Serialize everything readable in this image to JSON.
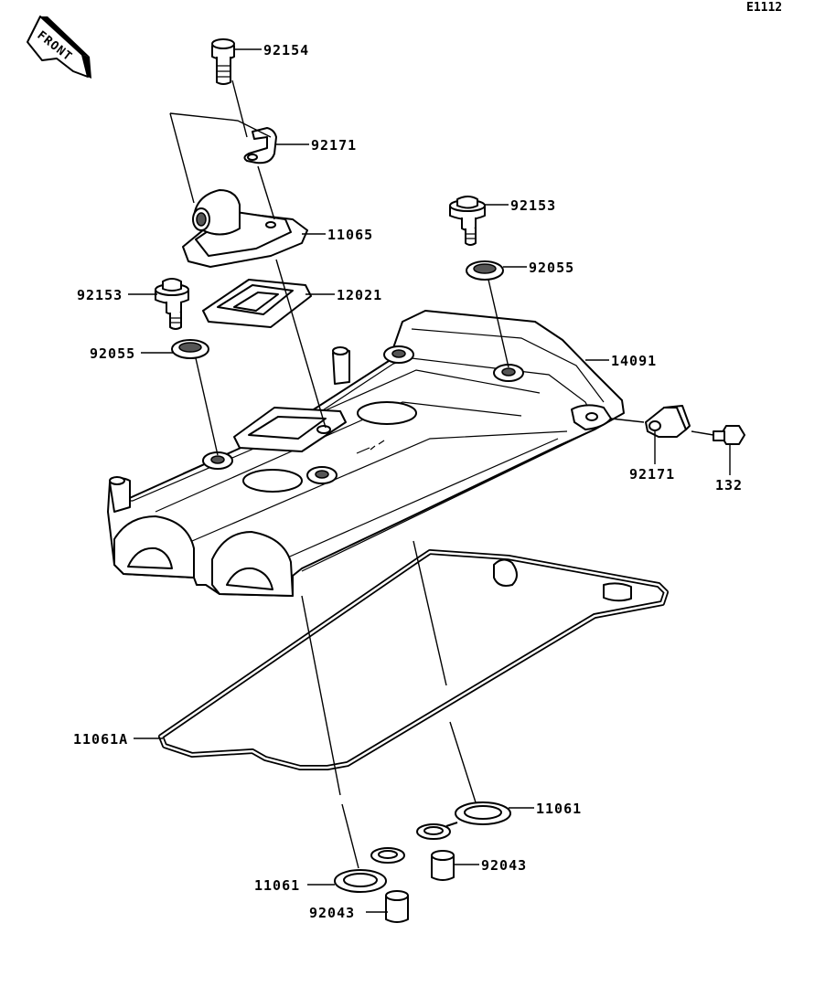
{
  "diagram_code": "E1112",
  "front_arrow_label": "FRONT",
  "callouts": {
    "bolt_top": "92154",
    "bracket_top": "92171",
    "breather_cover": "11065",
    "bolt_right": "92153",
    "washer_right": "92055",
    "bolt_left": "92153",
    "breather_plate": "12021",
    "washer_left": "92055",
    "head_cover": "14091",
    "bracket_right": "92171",
    "bolt_small": "132",
    "gasket_main": "11061A",
    "gasket_plug_right": "11061",
    "dowel_right": "92043",
    "gasket_plug_left": "11061",
    "dowel_left": "92043"
  }
}
